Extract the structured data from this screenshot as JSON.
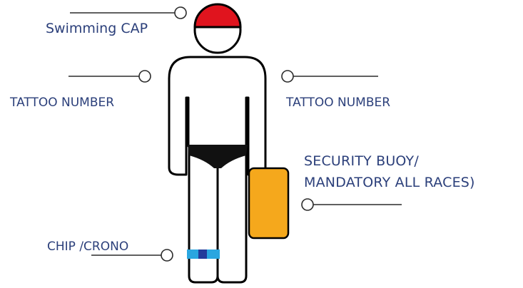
{
  "labels": {
    "cap": "Swimming CAP",
    "tattoo_left": "TATTOO NUMBER",
    "tattoo_right": "TATTOO NUMBER",
    "buoy_line1": "SECURITY BUOY/",
    "buoy_line2": "MANDATORY ALL RACES)",
    "chip": "CHIP /CRONO"
  },
  "colors": {
    "label_text": "#2b3f7a",
    "leader_line": "#2b2b2b",
    "figure_outline": "#000000",
    "cap": "#e0141e",
    "swimsuit": "#111111",
    "buoy": "#f5a81c",
    "chip_band": "#2aa6e0",
    "chip_center": "#233b9a"
  },
  "icons": {
    "figure": "swimmer-figure-icon",
    "cap": "swimming-cap-icon",
    "swimsuit": "swimsuit-icon",
    "buoy": "security-buoy-icon",
    "chip": "chip-band-icon"
  }
}
